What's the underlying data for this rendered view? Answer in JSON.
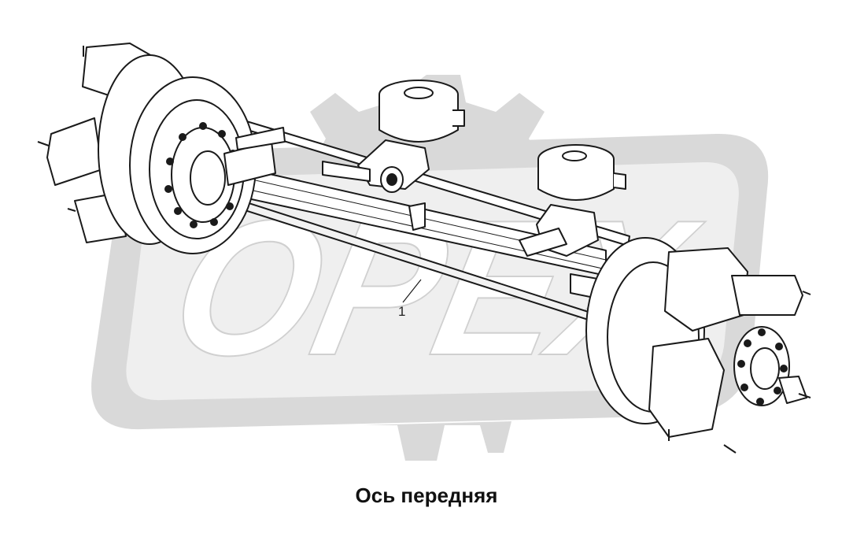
{
  "caption": "Ось передняя",
  "callout_number": "1",
  "watermark_text": "OPEX",
  "colors": {
    "watermark_fill": "#d9d9d9",
    "line": "#1a1a1a",
    "part_fill": "#ffffff"
  }
}
